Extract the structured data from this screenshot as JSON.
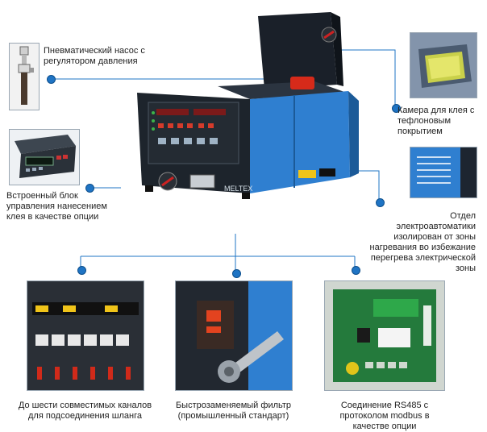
{
  "captions": {
    "pump": "Пневматический насос с регулятором давления",
    "control_unit": "Встроенный блок управления нанесением клея в качестве опции",
    "chamber": "Камера для клея с тефлоновым покрытием",
    "electro": "Отдел электроавтоматики изолирован от зоны нагревания во избежание перегрева электрической зоны",
    "channels": "До шести совместимых каналов для подсоединения шланга",
    "filter": "Быстрозаменяемый фильтр (промышленный стандарт)",
    "rs485": "Соединение RS485 с протоколом modbus в качестве опции"
  },
  "machine": {
    "brand_label": "MELTEX",
    "body_color": "#2f7fd0",
    "dark_color": "#1c2530"
  },
  "accent_color": "#1f74c4"
}
